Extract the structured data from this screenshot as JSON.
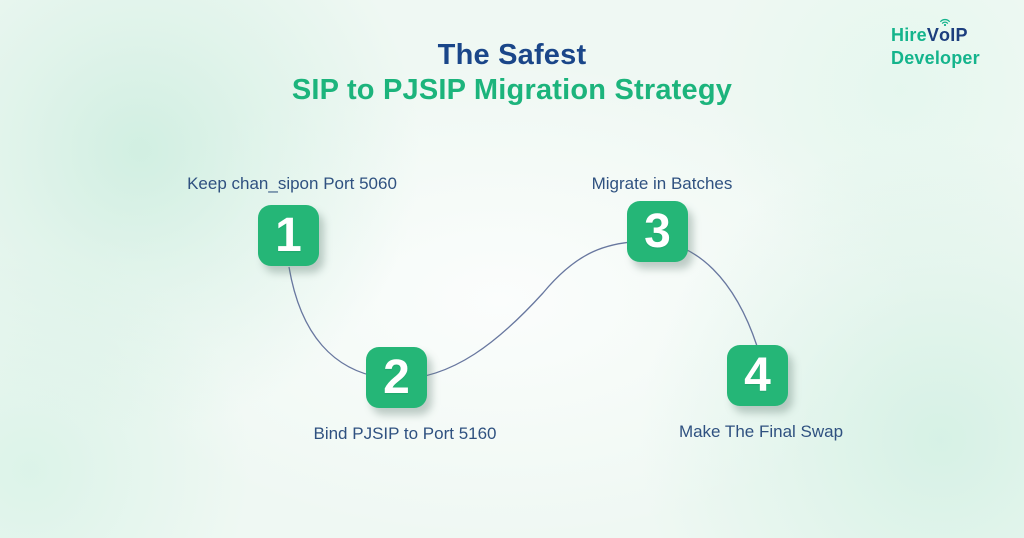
{
  "title": {
    "line1": "The Safest",
    "line2": "SIP to PJSIP Migration Strategy"
  },
  "logo": {
    "hire": "Hire",
    "voip_v": "V",
    "voip_o": "o",
    "voip_ip": "IP",
    "line2": "Developer"
  },
  "steps": [
    {
      "number": "1",
      "label": "Keep chan_sipon Port 5060",
      "label_position": "above"
    },
    {
      "number": "2",
      "label": "Bind PJSIP to Port 5160",
      "label_position": "below"
    },
    {
      "number": "3",
      "label": "Migrate in Batches",
      "label_position": "above"
    },
    {
      "number": "4",
      "label": "Make The Final Swap",
      "label_position": "below"
    }
  ],
  "icons": {
    "wifi_icon": "wifi"
  },
  "colors": {
    "title_navy": "#1a4689",
    "title_green": "#1cb47c",
    "badge_green": "#25b677",
    "label_slate_blue": "#2f5180",
    "curve_line": "#68779f",
    "logo_green": "#14b48c",
    "logo_navy": "#1c3e7e",
    "background_base": "#eff8f3",
    "background_mint_blob": "#cfeee1"
  }
}
